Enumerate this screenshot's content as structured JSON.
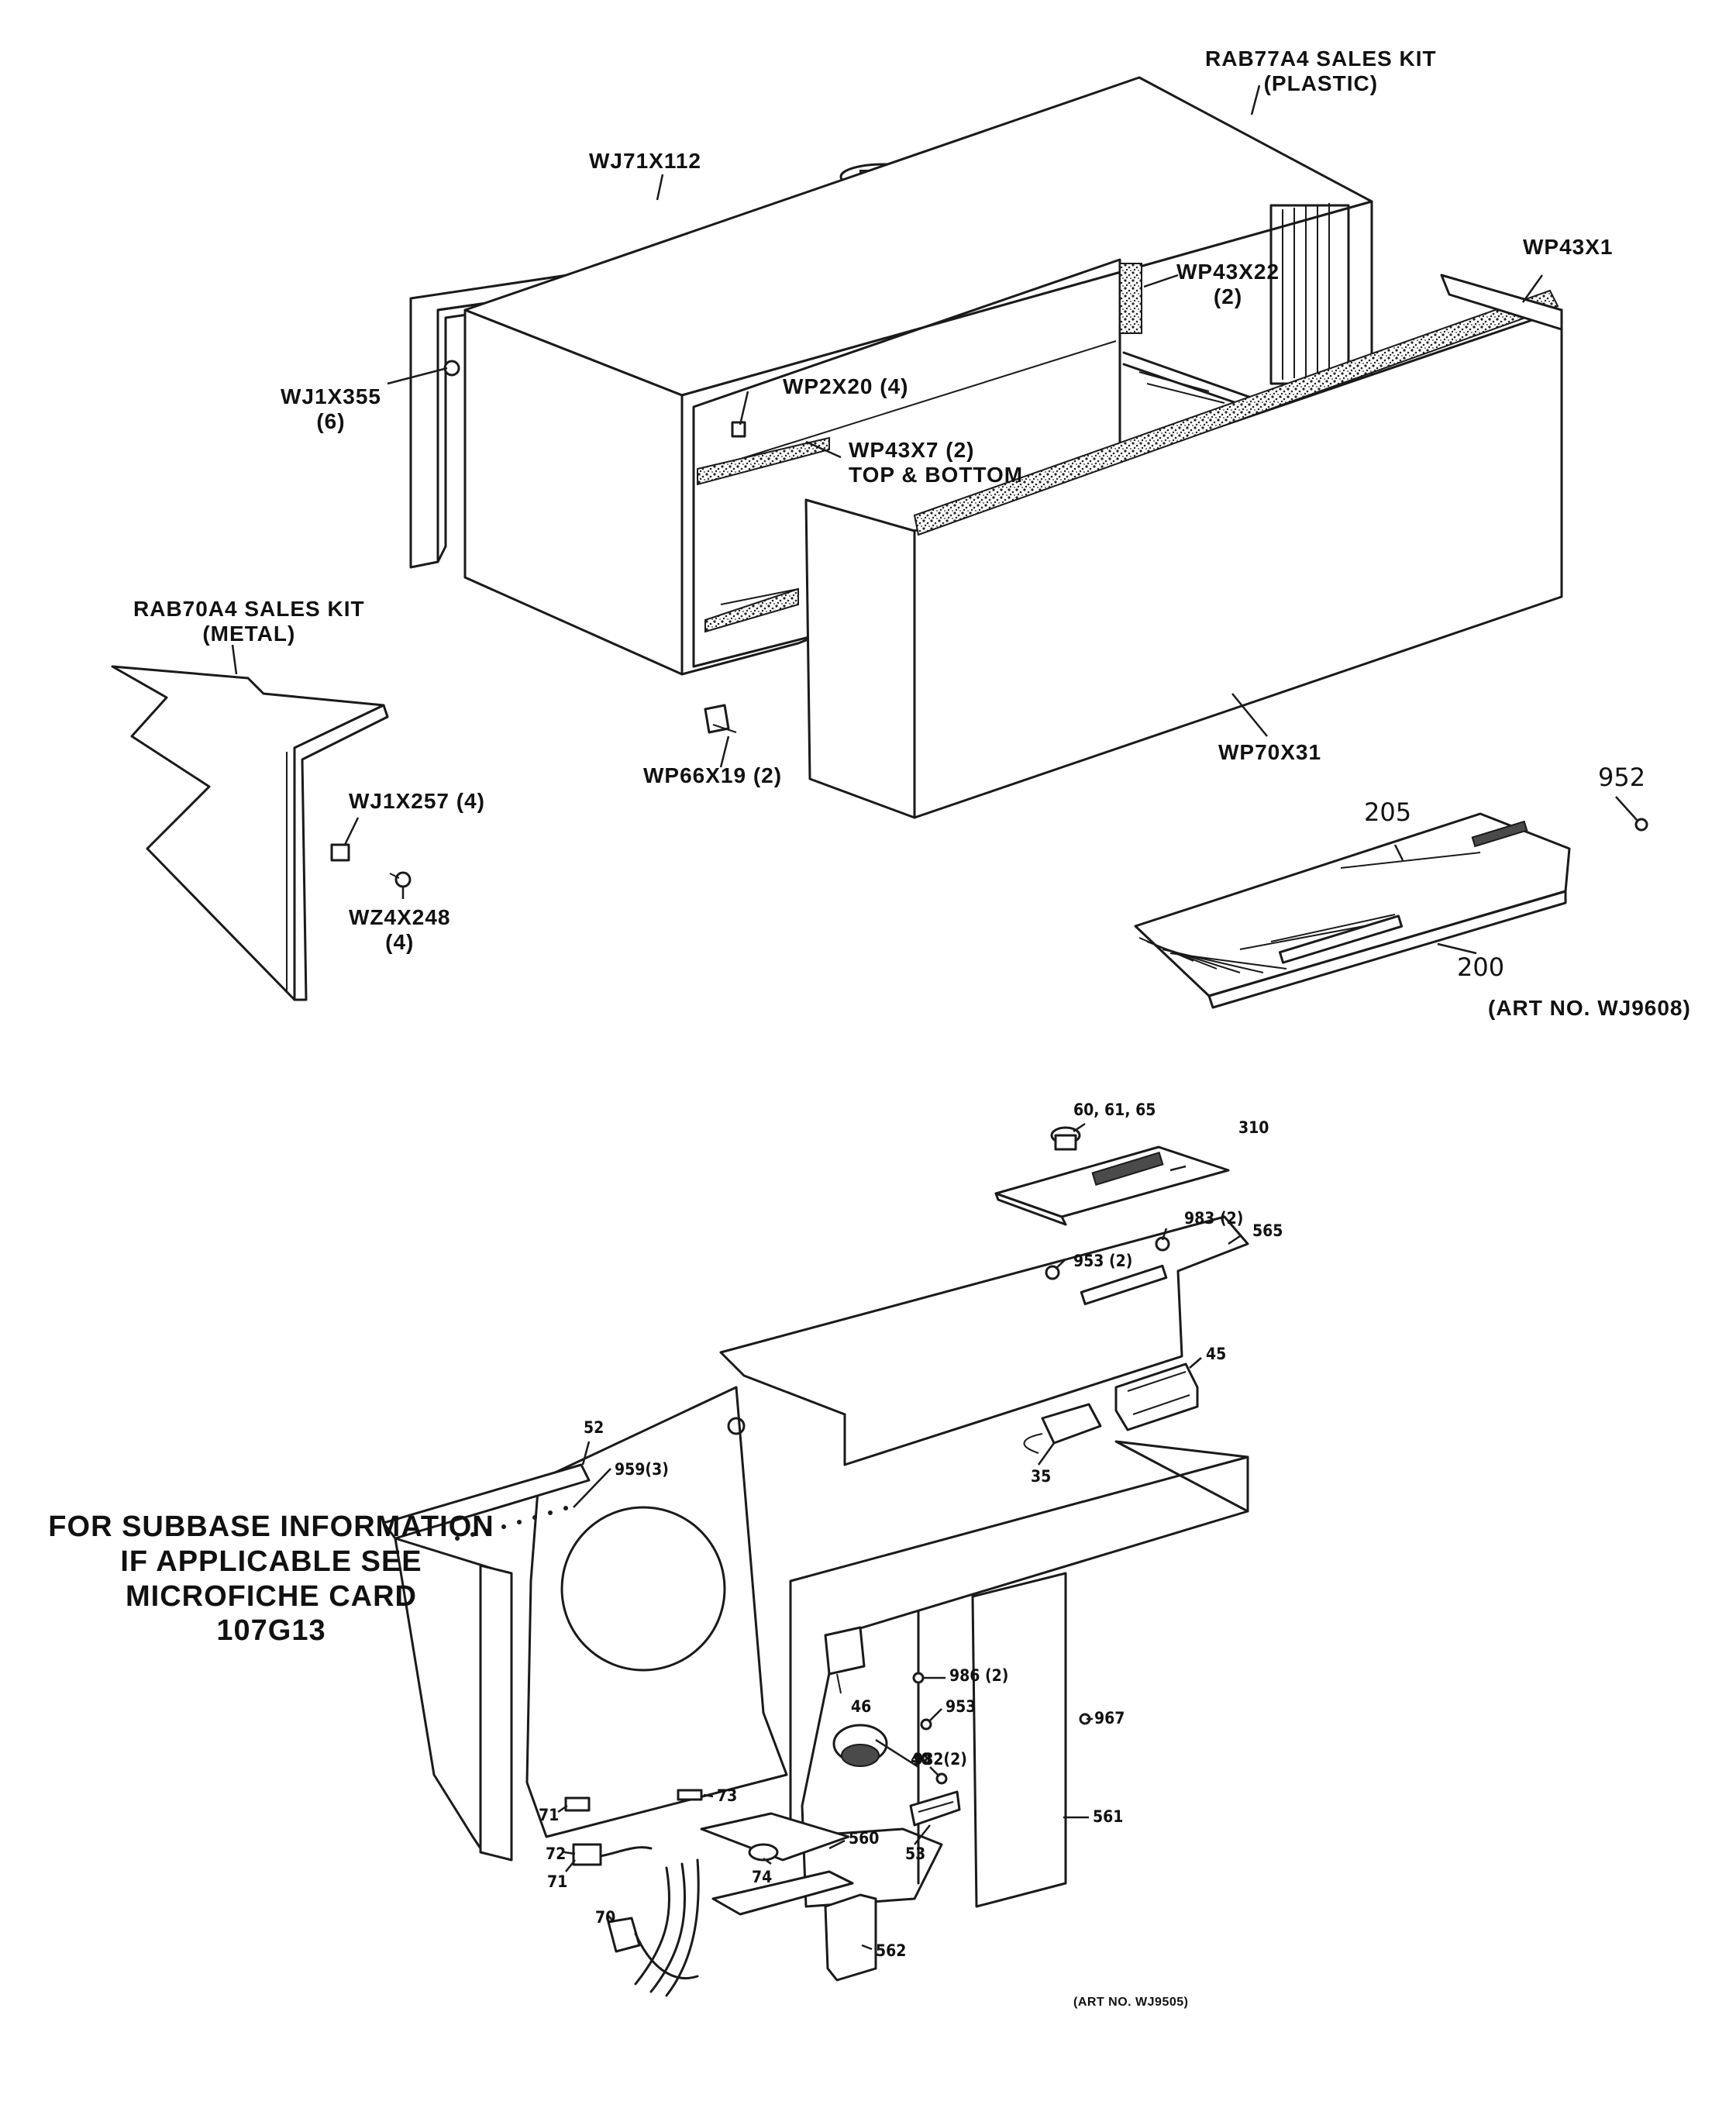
{
  "top_diagram": {
    "labels": {
      "rab77a4": "RAB77A4 SALES KIT",
      "rab77a4_sub": "(PLASTIC)",
      "wj71x112": "WJ71X112",
      "wp43x22": "WP43X22",
      "wp43x22_qty": "(2)",
      "wp43x1": "WP43X1",
      "wj1x355": "WJ1X355",
      "wj1x355_qty": "(6)",
      "wp2x20": "WP2X20 (4)",
      "wp43x7": "WP43X7 (2)",
      "wp43x7_sub": "TOP & BOTTOM",
      "rab70a4": "RAB70A4 SALES KIT",
      "rab70a4_sub": "(METAL)",
      "wj1x257": "WJ1X257 (4)",
      "wz4x248": "WZ4X248",
      "wz4x248_qty": "(4)",
      "wp66x19": "WP66X19 (2)",
      "wp70x31": "WP70X31",
      "p952": "952",
      "p205": "205",
      "p200": "200",
      "art_no": "(ART NO. WJ9608)"
    }
  },
  "bottom_diagram": {
    "labels": {
      "p60": "60, 61, 65",
      "p310": "310",
      "p983": "983 (2)",
      "p565": "565",
      "p953a": "953 (2)",
      "p45": "45",
      "p52": "52",
      "p959": "959(3)",
      "p35": "35",
      "p986": "986 (2)",
      "p46": "46",
      "p953b": "953",
      "p967": "967",
      "p40": "40",
      "p73": "73",
      "p982": "982(2)",
      "p71a": "71",
      "p72": "72",
      "p71b": "71",
      "p74": "74",
      "p560": "560",
      "p561": "561",
      "p53": "53",
      "p70": "70",
      "p562": "562",
      "art_no": "(ART NO. WJ9505)"
    }
  },
  "note": {
    "line1": "FOR SUBBASE INFORMATION",
    "line2": "IF APPLICABLE SEE",
    "line3": "MICROFICHE CARD",
    "line4": "107G13"
  }
}
